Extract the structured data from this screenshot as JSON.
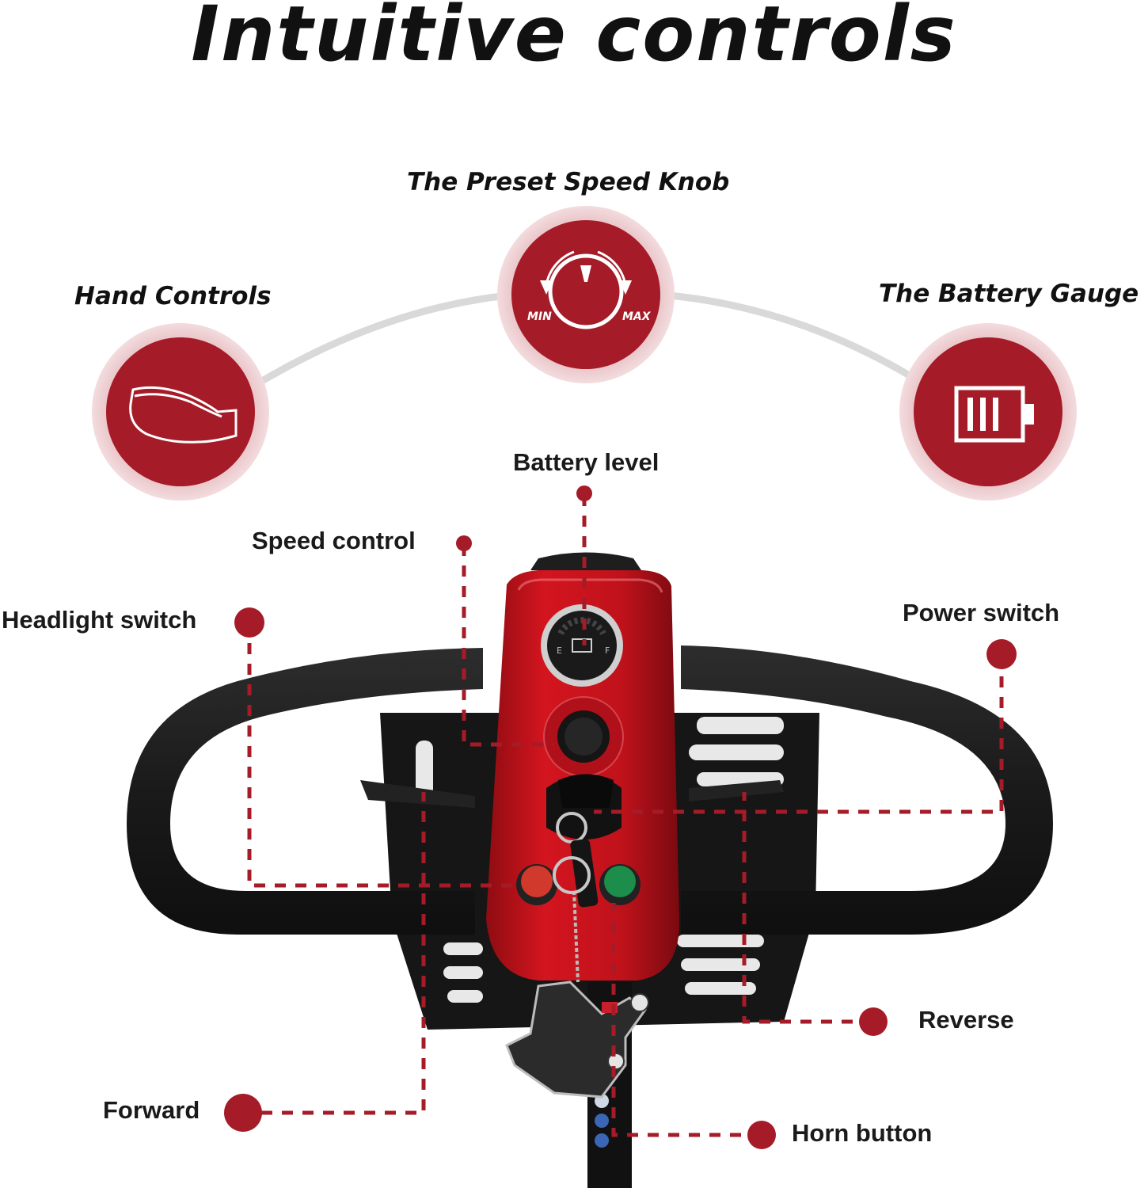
{
  "title": "Intuitive controls",
  "features": {
    "speed_knob": {
      "label": "The Preset Speed Knob",
      "min": "MIN",
      "max": "MAX",
      "icon": "speed-knob-icon"
    },
    "hand_controls": {
      "label": "Hand Controls",
      "icon": "hand-grip-icon"
    },
    "battery_gauge": {
      "label": "The Battery Gauge",
      "icon": "battery-icon"
    }
  },
  "callouts": {
    "battery_level": "Battery level",
    "speed_control": "Speed control",
    "headlight_switch": "Headlight switch",
    "power_switch": "Power switch",
    "reverse": "Reverse",
    "forward": "Forward",
    "horn_button": "Horn button"
  },
  "gauge": {
    "e": "E",
    "f": "F"
  },
  "colors": {
    "accent": "#a51c28",
    "halo": "#e6b6bb",
    "panel": "#c1121c",
    "grip": "#1c1c1c"
  }
}
